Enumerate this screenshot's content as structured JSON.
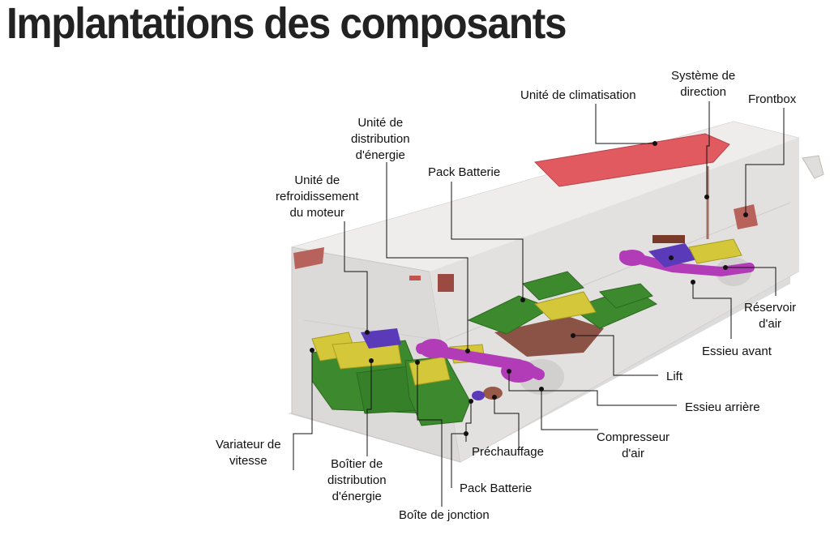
{
  "title": "Implantations des composants",
  "colors": {
    "battery": "#3d8a2e",
    "junction": "#d4c83a",
    "axle": "#b23cb8",
    "climatisation": "#e05a60",
    "lift": "#7a3a2a",
    "body": "#e6e4e2"
  },
  "labels": {
    "climatisation": "Unité de climatisation",
    "direction": "Système de\ndirection",
    "frontbox": "Frontbox",
    "distribution_top": "Unité de\ndistribution\nd'énergie",
    "pack_top": "Pack Batterie",
    "refroidissement": "Unité de\nrefroidissement\ndu moteur",
    "reservoir": "Réservoir\nd'air",
    "essieu_avant": "Essieu avant",
    "lift": "Lift",
    "essieu_arriere": "Essieu arrière",
    "compresseur": "Compresseur\nd'air",
    "variateur": "Variateur de\nvitesse",
    "boitier": "Boîtier de\ndistribution\nd'énergie",
    "prechauffage": "Préchauffage",
    "pack_bottom": "Pack Batterie",
    "jonction": "Boîte de jonction"
  }
}
